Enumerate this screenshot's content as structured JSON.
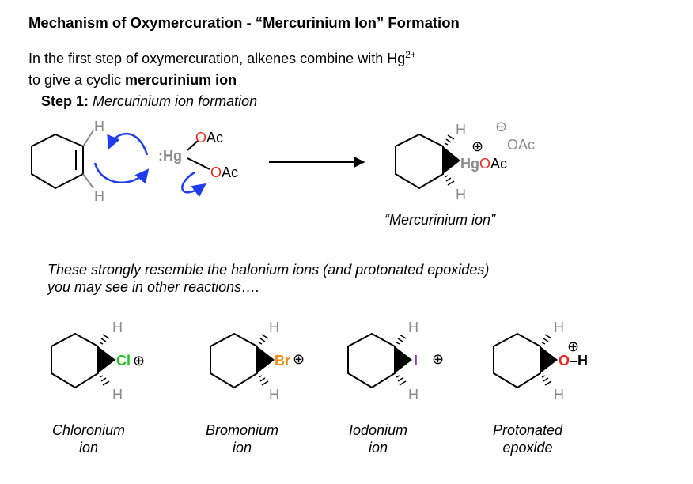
{
  "title": "Mechanism of Oxymercuration - “Mercurinium Ion” Formation",
  "intro": {
    "line1_prefix": "In the first step of oxymercuration, alkenes combine with Hg",
    "charge": "2+",
    "line2_prefix": "to give a cyclic ",
    "line2_bold": "mercurinium ion"
  },
  "step": {
    "label": "Step 1:",
    "description": "Mercurinium ion formation"
  },
  "reactant": {
    "hydrogen": "H",
    "mercury": ":Hg",
    "acetate": "OAc",
    "oxygen": "O",
    "acetyl": "Ac"
  },
  "product": {
    "hydrogen": "H",
    "plus": "⊕",
    "minus": "⊖",
    "counterion": "OAc",
    "mercury": "Hg",
    "oxygen": "O",
    "acetyl": "Ac",
    "label": "“Mercurinium ion”"
  },
  "resemble": {
    "line1": "These strongly resemble the halonium ions (and protonated epoxides)",
    "line2": "you may see in other reactions…."
  },
  "ions": [
    {
      "atom": "Cl",
      "hydrogen": "H",
      "charge": "⊕",
      "caption1": "Chloronium",
      "caption2": "ion"
    },
    {
      "atom": "Br",
      "hydrogen": "H",
      "charge": "⊕",
      "caption1": "Bromonium",
      "caption2": "ion"
    },
    {
      "atom": "I",
      "hydrogen": "H",
      "charge": "⊕",
      "caption1": "Iodonium",
      "caption2": "ion"
    },
    {
      "atom": "O",
      "hydrogen": "H",
      "charge": "⊕",
      "extra": "–H",
      "caption1": "Protonated",
      "caption2": "epoxide"
    }
  ],
  "colors": {
    "text": "#000000",
    "hydrogen": "#8a8a8a",
    "mercury": "#8a8a8a",
    "oxygen": "#e8291c",
    "chlorine": "#22c322",
    "bromine": "#f28a12",
    "iodine": "#9b32c8",
    "arrow": "#1f3cf0"
  },
  "icons": {
    "arrow": "curved-electron-arrow",
    "reaction": "reaction-arrow"
  }
}
